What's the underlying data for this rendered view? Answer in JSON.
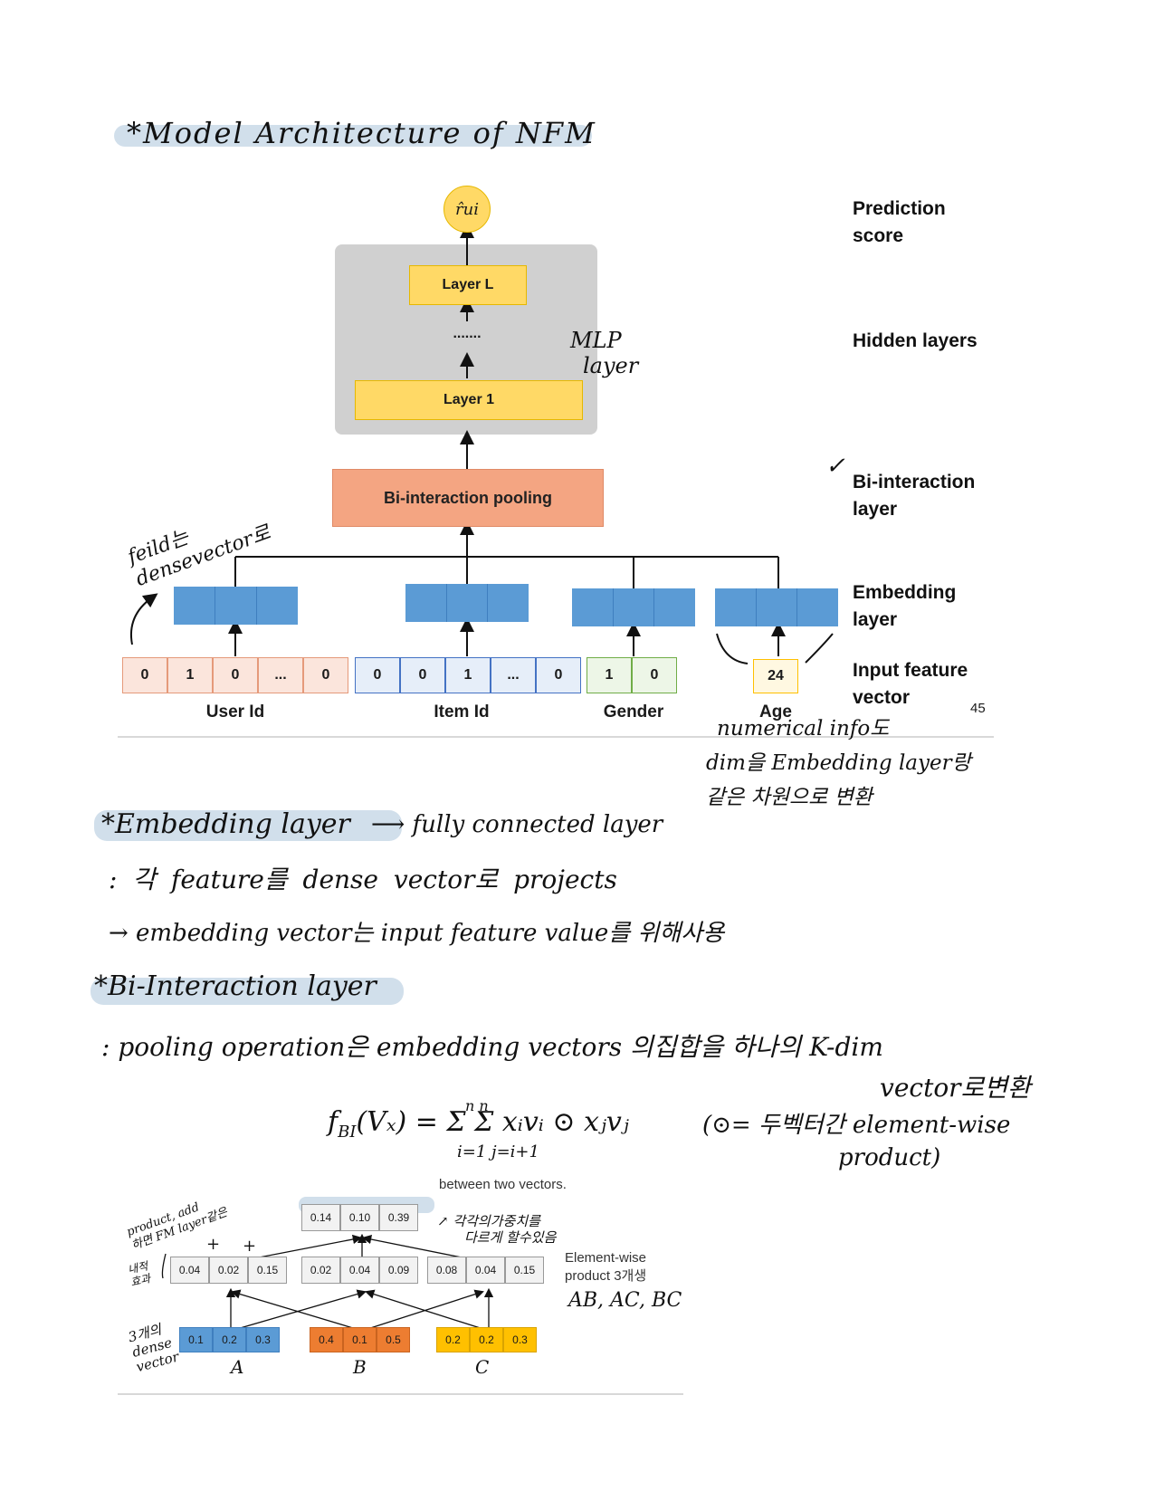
{
  "title": "*Model Architecture of NFM",
  "diagram": {
    "output_symbol": "r̂ui",
    "layer_L": "Layer L",
    "dots": ".......",
    "layer_1": "Layer 1",
    "mlp_note_line1": "MLP",
    "mlp_note_line2": "layer",
    "bi_pool": "Bi-interaction pooling",
    "check": "✓",
    "side_labels": {
      "pred1": "Prediction",
      "pred2": "score",
      "hidden": "Hidden layers",
      "bi1": "Bi-interaction",
      "bi2": "layer",
      "emb1": "Embedding",
      "emb2": "layer",
      "inp1": "Input feature",
      "inp2": "vector"
    },
    "field_note_line1": "feild는",
    "field_note_line2": "densevector로",
    "user_cells": [
      "0",
      "1",
      "0",
      "...",
      "0"
    ],
    "item_cells": [
      "0",
      "0",
      "1",
      "...",
      "0"
    ],
    "gender_cells": [
      "1",
      "0"
    ],
    "age_value": "24",
    "field_labels": {
      "user": "User Id",
      "item": "Item Id",
      "gender": "Gender",
      "age": "Age"
    },
    "page_number": "45",
    "numeric_note_1": "numerical info도",
    "numeric_note_2": "dim을 Embedding layer랑",
    "numeric_note_3": "같은 차원으로 변환"
  },
  "notes": {
    "emb_heading": "*Embedding layer",
    "emb_arrow": "⟶ fully connected layer",
    "emb_line1": ": 각 feature를 dense vector로 projects",
    "emb_line2": "→ embedding vector는  input feature value를 위해사용",
    "bi_heading": "*Bi-Interaction layer",
    "bi_line1": ": pooling  operation은  embedding vectors 의집합을  하나의 K-dim",
    "bi_line2": "vector로변환",
    "formula_main": "f",
    "formula_sub": "BI",
    "formula_rest": "(Vₓ) = Σ Σ  xᵢvᵢ ⊙ xⱼvⱼ",
    "formula_limits": "i=1  j=i+1",
    "formula_n": "n   n",
    "formula_note1": "(⊙= 두벡터간 element-wise",
    "formula_note2": "product)",
    "between": "between two vectors."
  },
  "example": {
    "top": [
      "0.14",
      "0.10",
      "0.39"
    ],
    "pairs": [
      [
        "0.04",
        "0.02",
        "0.15"
      ],
      [
        "0.02",
        "0.04",
        "0.09"
      ],
      [
        "0.08",
        "0.04",
        "0.15"
      ]
    ],
    "A": [
      "0.1",
      "0.2",
      "0.3"
    ],
    "B": [
      "0.4",
      "0.1",
      "0.5"
    ],
    "C": [
      "0.2",
      "0.2",
      "0.3"
    ],
    "A_label": "A",
    "B_label": "B",
    "C_label": "C",
    "ew_1": "Element-wise",
    "ew_2": "product 3개생",
    "ew_3": "AB, AC, BC",
    "weight_note_1": "↗ 각각의가중치를",
    "weight_note_2": "다르게 할수있음",
    "left_note_1": "product, add",
    "left_note_2": "하면 FM layer같은",
    "left_note_3": "내적",
    "left_note_4": "효과",
    "plus": "+",
    "dense_1": "3개의",
    "dense_2": "dense",
    "dense_3": "vector",
    "colors": {
      "A": "#5b9bd5",
      "B": "#ed7d31",
      "C": "#ffc000"
    }
  }
}
